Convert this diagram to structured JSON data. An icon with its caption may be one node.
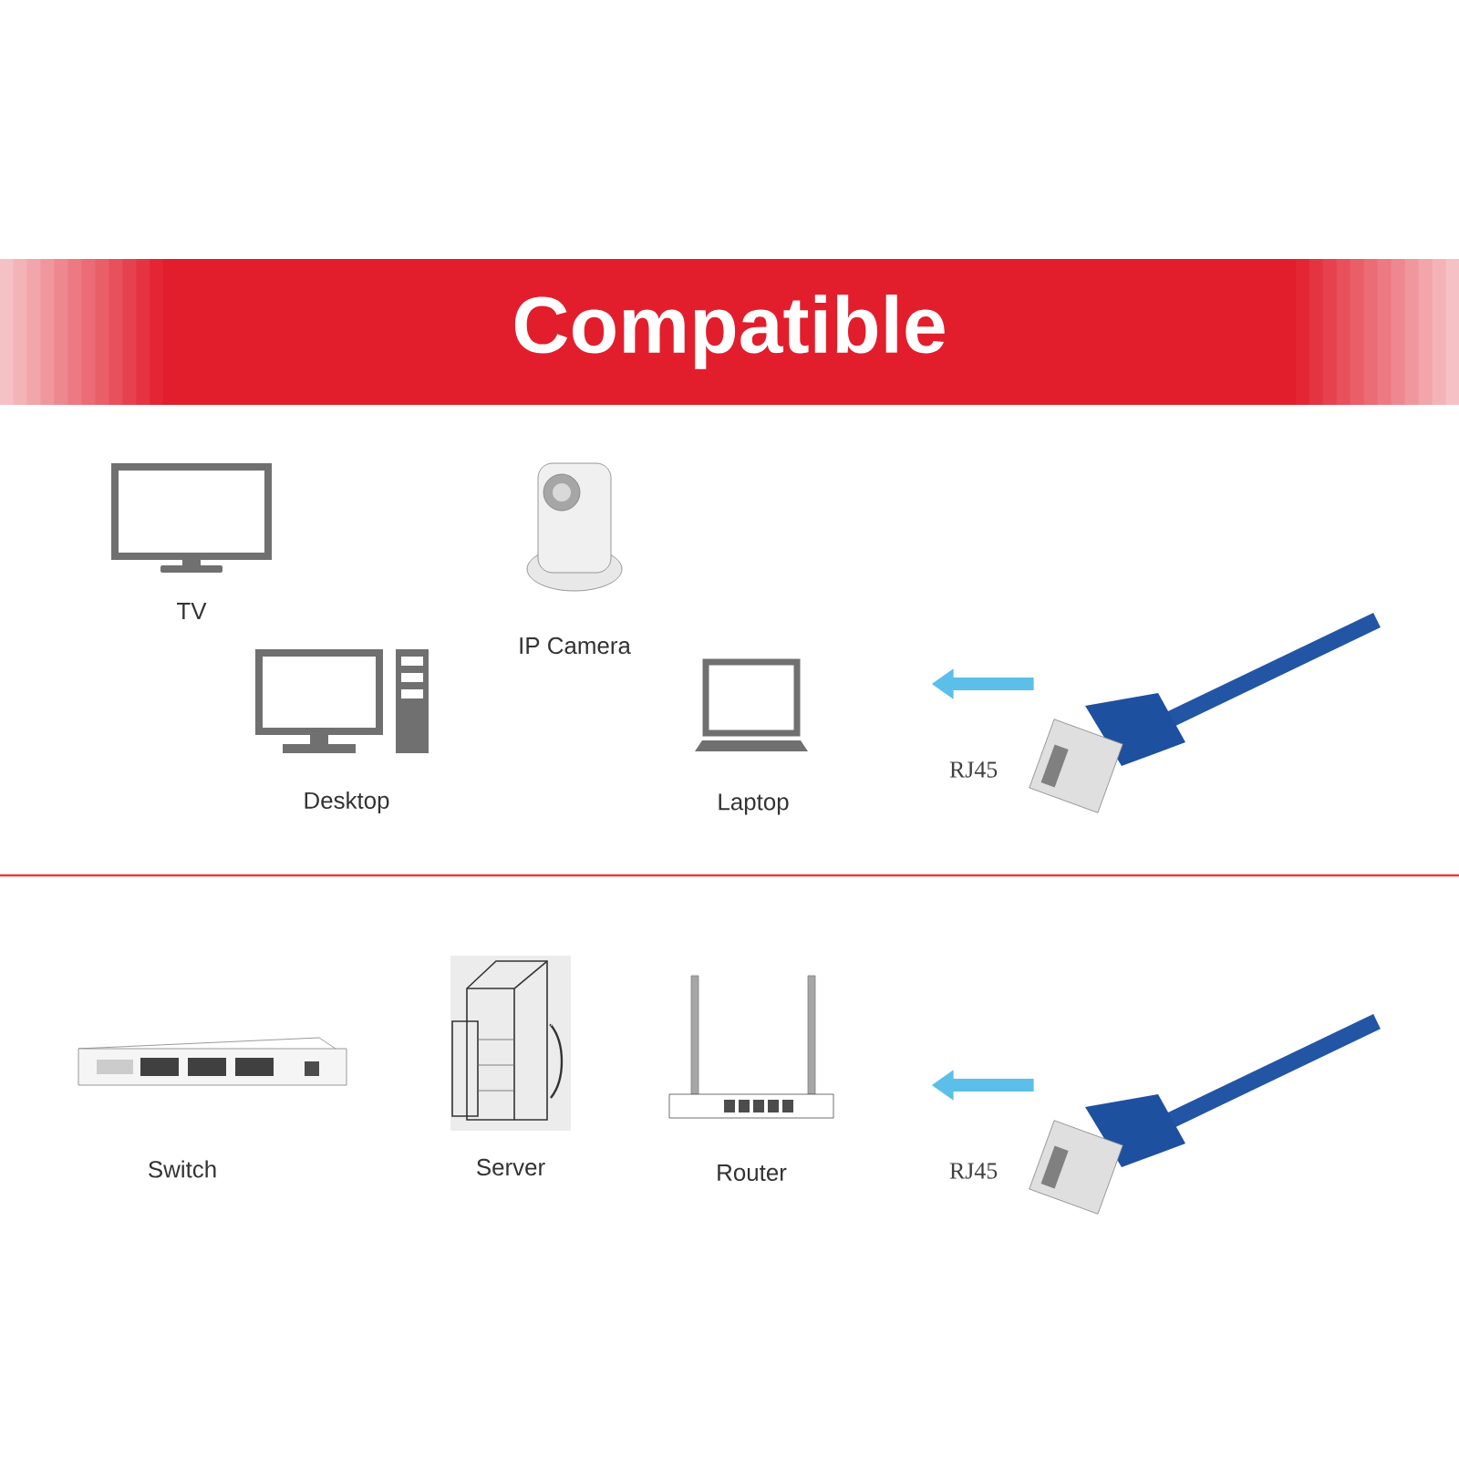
{
  "diagram": {
    "title": "Compatible",
    "nodes": [
      {
        "text": [
          "TV"
        ]
      },
      {
        "text": [
          "IP Camera"
        ]
      },
      {
        "text": [
          "Desktop"
        ]
      },
      {
        "text": [
          "Laptop"
        ]
      },
      {
        "text": [],
        "shape": "picture"
      },
      {
        "text": [
          "Switch"
        ]
      },
      {
        "text": [
          "Server"
        ]
      },
      {
        "text": [
          "Router"
        ]
      },
      {
        "text": [],
        "shape": "picture"
      }
    ],
    "edges": [
      {
        "from": 4,
        "to": null,
        "arrow": "to",
        "label": "RJ45",
        "color": "#5bbfe9"
      },
      {
        "from": 8,
        "to": null,
        "arrow": "to",
        "label": "RJ45",
        "color": "#5bbfe9"
      }
    ]
  }
}
